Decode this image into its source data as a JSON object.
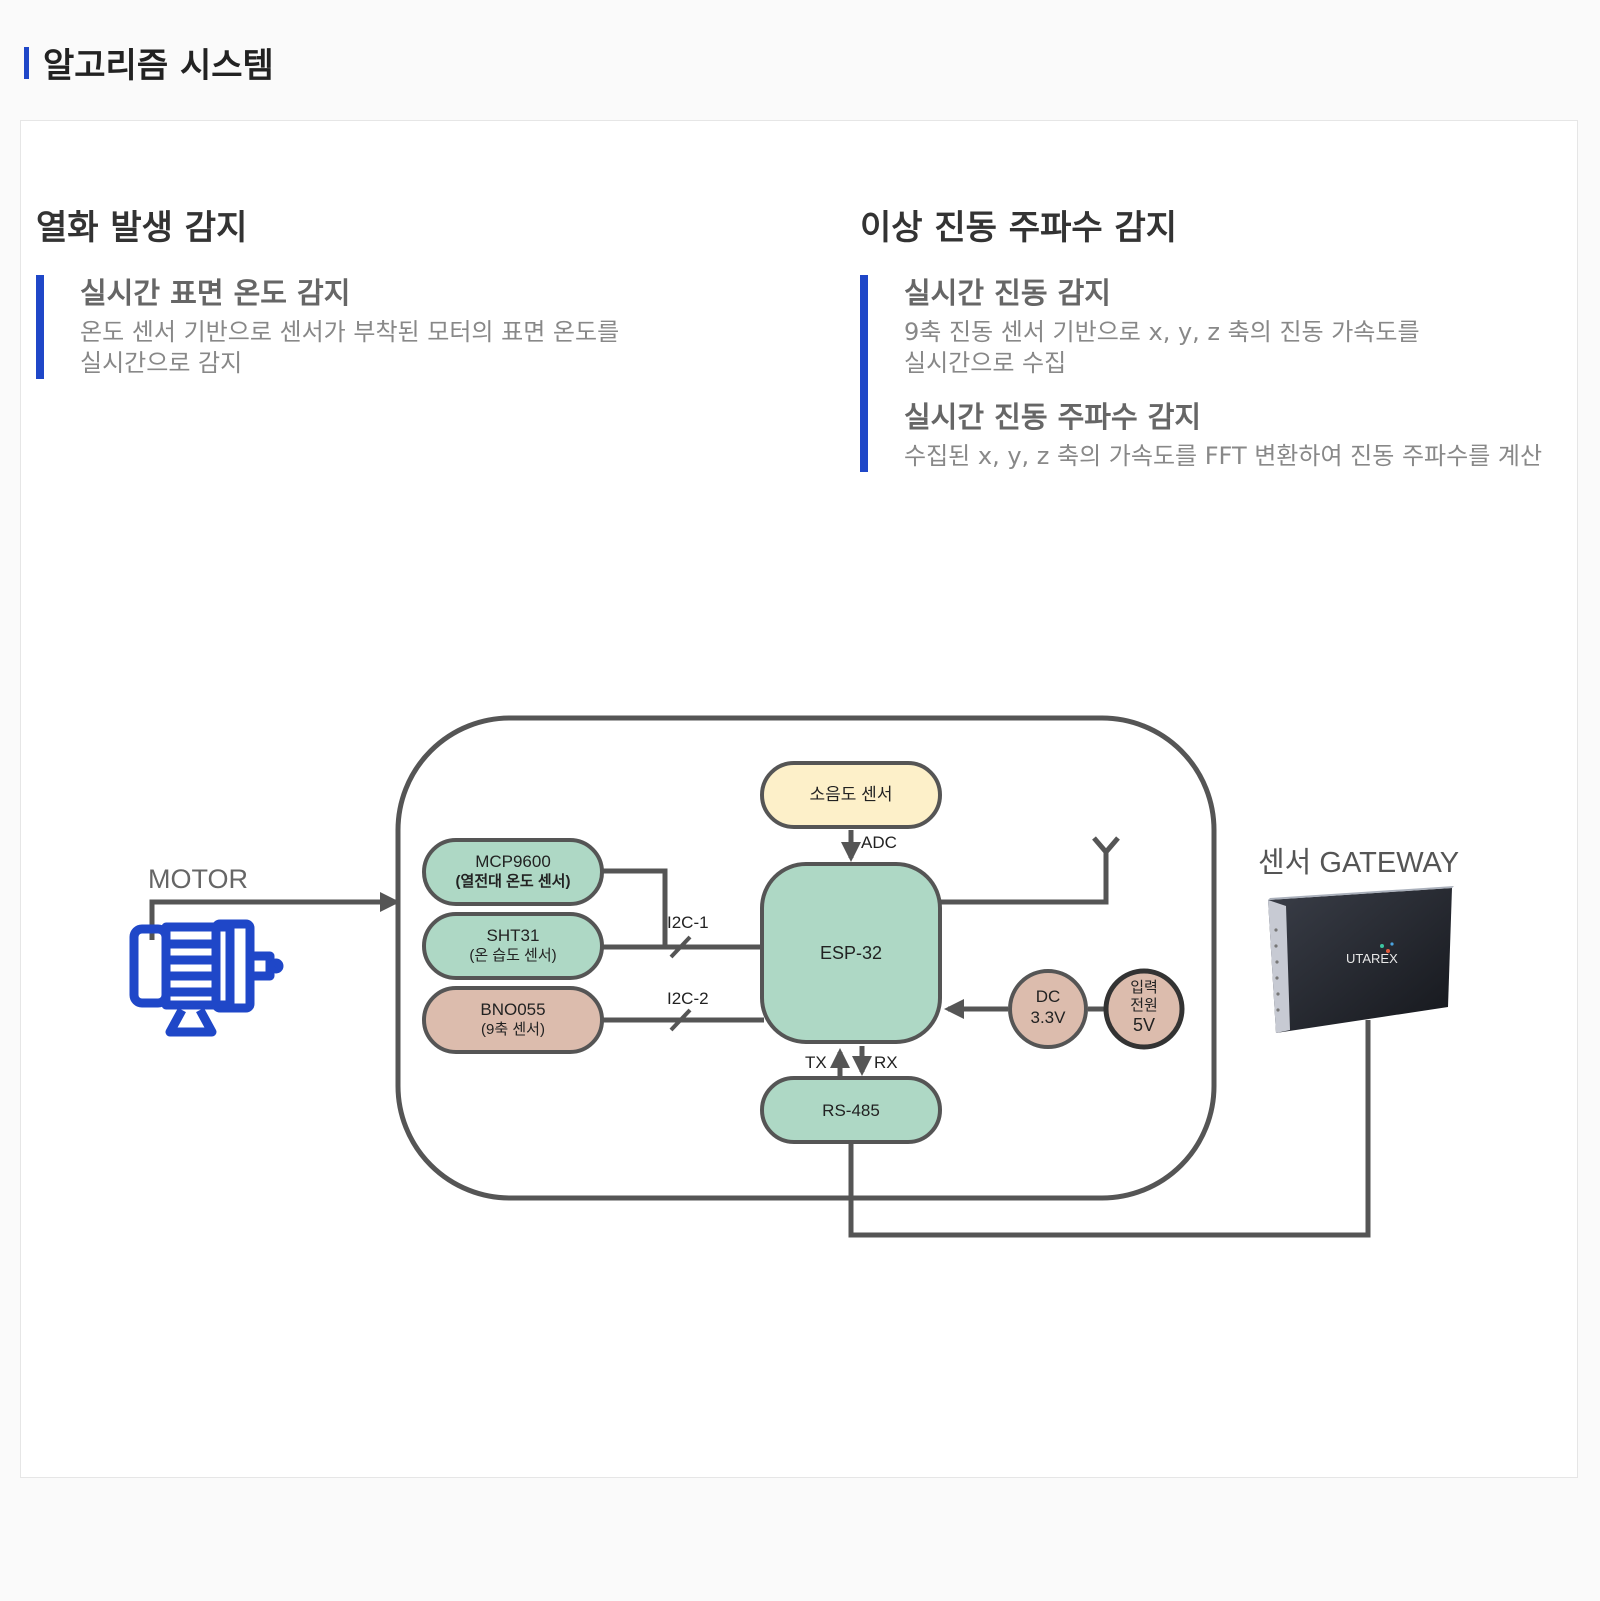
{
  "header": {
    "title": "알고리즘 시스템"
  },
  "sections": [
    {
      "title": "열화 발생 감지",
      "items": [
        {
          "title": "실시간 표면 온도 감지",
          "desc": "온도 센서 기반으로 센서가 부착된 모터의 표면 온도를\n실시간으로 감지"
        }
      ]
    },
    {
      "title": "이상 진동 주파수 감지",
      "items": [
        {
          "title": "실시간 진동 감지",
          "desc": "9축 진동 센서 기반으로 x, y, z 축의 진동 가속도를\n실시간으로 수집"
        },
        {
          "title": "실시간 진동 주파수 감지",
          "desc": "수집된 x, y, z 축의 가속도를 FFT 변환하여 진동 주파수를 계산"
        }
      ]
    }
  ],
  "diagram": {
    "motor_label": "MOTOR",
    "gateway_label": "센서 GATEWAY",
    "gateway_brand": "UTAREX",
    "nodes": {
      "noise": "소음도 센서",
      "mcp_line1": "MCP9600",
      "mcp_line2": "(열전대 온도 센서)",
      "sht_line1": "SHT31",
      "sht_line2": "(온 습도 센서)",
      "bno_line1": "BNO055",
      "bno_line2": "(9축 센서)",
      "esp": "ESP-32",
      "rs485": "RS-485",
      "dc_line1": "DC",
      "dc_line2": "3.3V",
      "power_line1": "입력",
      "power_line2": "전원",
      "power_line3": "5V"
    },
    "labels": {
      "adc": "ADC",
      "i2c1": "I2C-1",
      "i2c2": "I2C-2",
      "tx": "TX",
      "rx": "RX"
    },
    "colors": {
      "line": "#555555",
      "green": "#aed8c5",
      "yellow": "#fdf0c9",
      "pink": "#dcbcad",
      "motor_blue": "#1f47c8"
    }
  }
}
